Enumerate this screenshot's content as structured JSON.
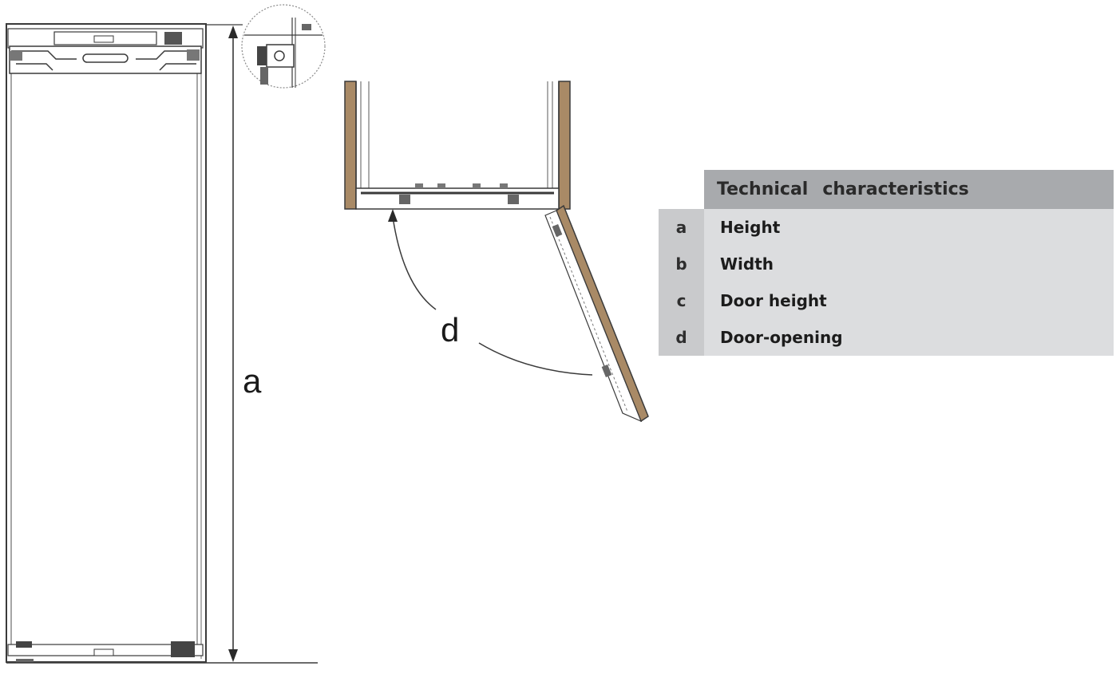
{
  "dimension_labels": {
    "height": "a",
    "door_opening": "d"
  },
  "table": {
    "header": {
      "word1": "Technical",
      "word2": "characteristics"
    },
    "rows": [
      {
        "letter": "a",
        "label": "Height"
      },
      {
        "letter": "b",
        "label": "Width"
      },
      {
        "letter": "c",
        "label": "Door height"
      },
      {
        "letter": "d",
        "label": "Door-opening"
      }
    ]
  },
  "colors": {
    "wood_panel": "#a98a66",
    "line": "#3a3a3a",
    "table_header": "#a8aaad",
    "table_letter_bg": "#c9cacc",
    "table_value_bg": "#dcdddf"
  }
}
